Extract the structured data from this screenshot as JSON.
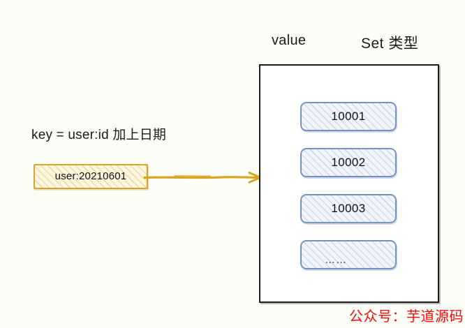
{
  "diagram": {
    "labels": {
      "value": "value",
      "set_type": "Set 类型",
      "key_caption": "key = user:id 加上日期"
    },
    "key_box": {
      "text": "user:20210601",
      "fill": "#fdf6e0",
      "stroke": "#d7a32b",
      "hatch": "#d6a22b"
    },
    "arrow": {
      "name": "key-to-value-arrow",
      "color": "#d9a520",
      "direction": "right"
    },
    "value_container": {
      "stroke": "#1b1b1b",
      "fill": "#ffffff",
      "members": [
        {
          "text": "10001"
        },
        {
          "text": "10002"
        },
        {
          "text": "10003"
        },
        {
          "text": "……"
        }
      ],
      "member_style": {
        "fill": "#f2f6fc",
        "stroke": "#7592bd",
        "hatch": "#7896c8"
      }
    },
    "watermark": {
      "text": "公众号：芋道源码",
      "color": "#f60b0b"
    }
  }
}
